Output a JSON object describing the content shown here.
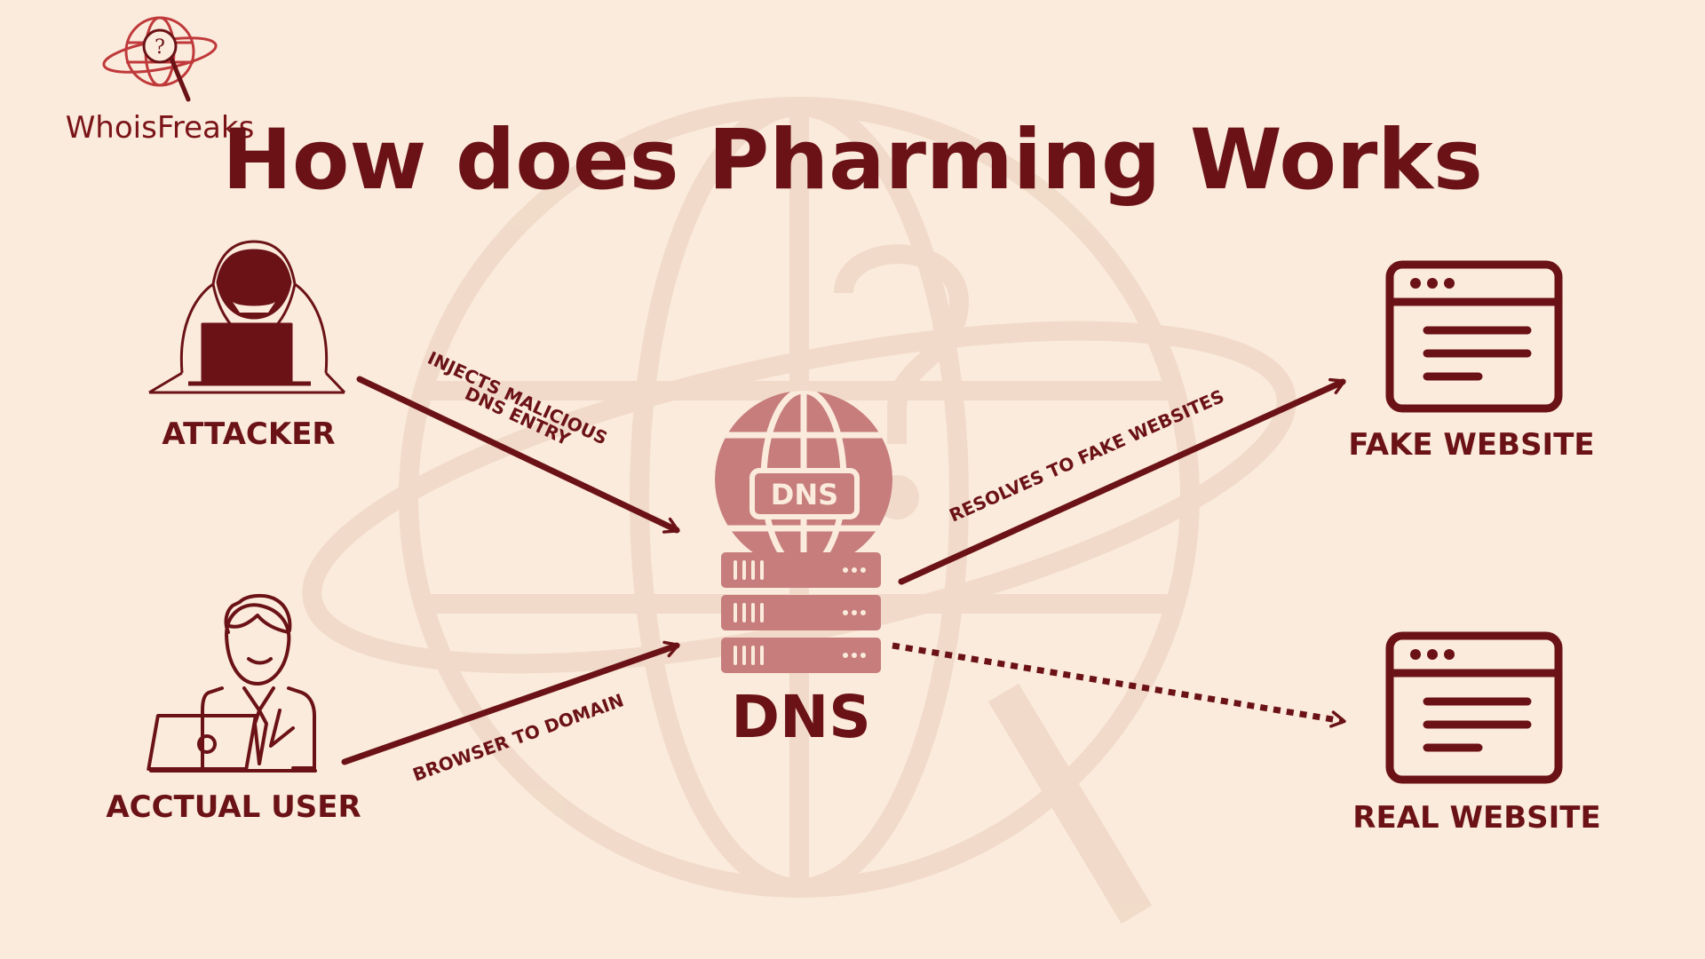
{
  "brand": {
    "name": "WhoisFreaks",
    "logo_icon": "globe-magnifier-icon"
  },
  "title": "How does Pharming Works",
  "colors": {
    "background": "#fbebdc",
    "primary": "#6b1216",
    "dns_fill": "#c67d7b",
    "watermark": "#f0d9c7"
  },
  "nodes": {
    "attacker": {
      "label": "ATTACKER",
      "icon": "hooded-hacker-icon"
    },
    "user": {
      "label": "ACCTUAL USER",
      "icon": "user-laptop-icon"
    },
    "dns": {
      "label": "DNS",
      "badge": "DNS",
      "icon": "dns-server-icon"
    },
    "fake": {
      "label": "FAKE WEBSITE",
      "icon": "browser-window-icon"
    },
    "real": {
      "label": "REAL WEBSITE",
      "icon": "browser-window-icon"
    }
  },
  "edges": {
    "inject": {
      "line1": "INJECTS MALICIOUS",
      "line2": "DNS ENTRY"
    },
    "browser": {
      "label": "BROWSER TO DOMAIN"
    },
    "resolves": {
      "label": "RESOLVES TO FAKE WEBSITES"
    }
  }
}
